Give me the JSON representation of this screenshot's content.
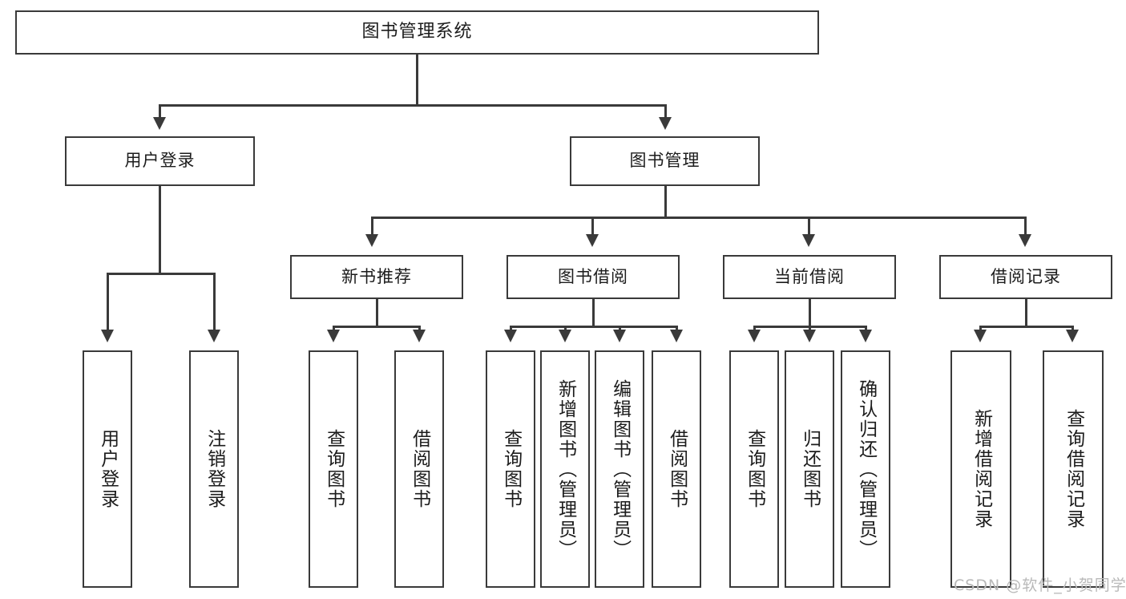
{
  "diagram": {
    "type": "tree",
    "title": "图书管理系统",
    "root": {
      "label": "图书管理系统"
    },
    "level2": [
      {
        "label": "用户登录"
      },
      {
        "label": "图书管理"
      }
    ],
    "level3": [
      {
        "label": "新书推荐"
      },
      {
        "label": "图书借阅"
      },
      {
        "label": "当前借阅"
      },
      {
        "label": "借阅记录"
      }
    ],
    "leaves": {
      "user_login": [
        {
          "label": "用户登录"
        },
        {
          "label": "注销登录"
        }
      ],
      "new_book_recommend": [
        {
          "label": "查询图书"
        },
        {
          "label": "借阅图书"
        }
      ],
      "book_borrow": [
        {
          "label": "查询图书"
        },
        {
          "label": "新增图书（管理员）"
        },
        {
          "label": "编辑图书（管理员）"
        },
        {
          "label": "借阅图书"
        }
      ],
      "current_borrow": [
        {
          "label": "查询图书"
        },
        {
          "label": "归还图书"
        },
        {
          "label": "确认归还（管理员）"
        }
      ],
      "borrow_record": [
        {
          "label": "新增借阅记录"
        },
        {
          "label": "查询借阅记录"
        }
      ]
    }
  },
  "watermark": {
    "text": "CSDN @软件_小贺同学"
  },
  "colors": {
    "border": "#3a3a3a",
    "text": "#1c1c1c",
    "background": "#ffffff",
    "watermark": "#b9b9b9"
  }
}
